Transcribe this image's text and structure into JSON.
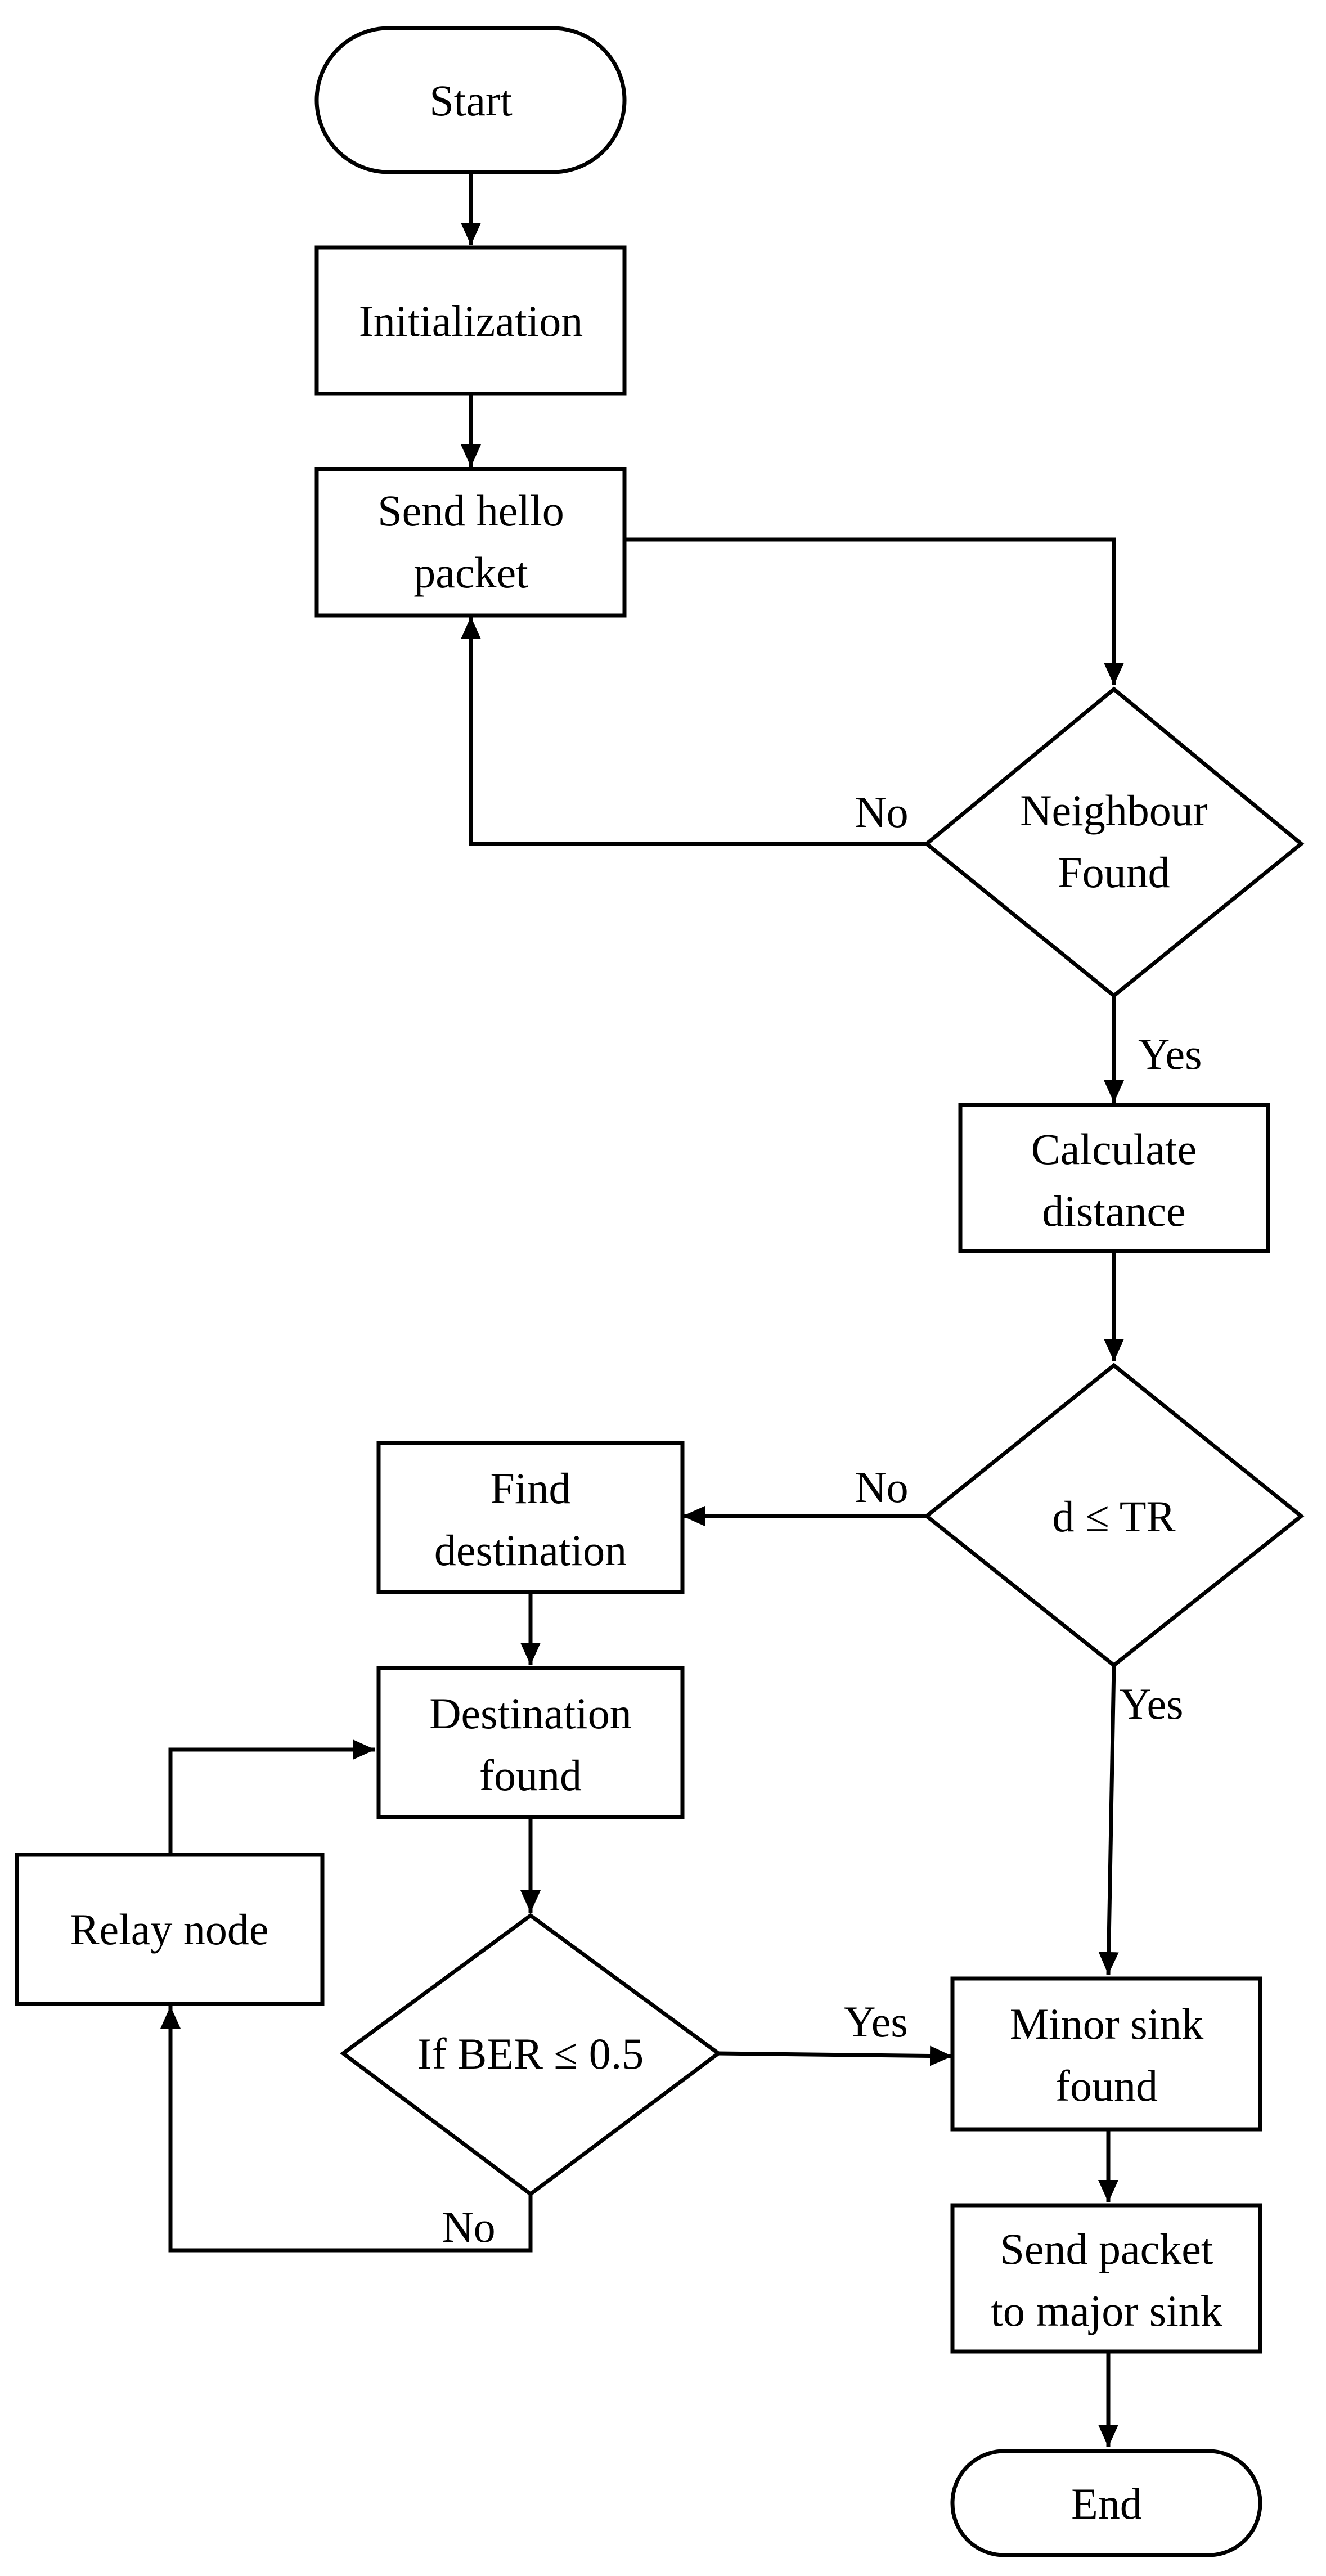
{
  "nodes": {
    "start": [
      "Start"
    ],
    "initialization": [
      "Initialization"
    ],
    "send_hello": [
      "Send hello",
      "packet"
    ],
    "neighbour_found": [
      "Neighbour",
      "Found"
    ],
    "calculate_distance": [
      "Calculate",
      "distance"
    ],
    "d_le_tr": [
      "d ≤ TR"
    ],
    "find_destination": [
      "Find",
      "destination"
    ],
    "destination_found": [
      "Destination",
      "found"
    ],
    "relay_node": [
      "Relay node"
    ],
    "if_ber": [
      "If BER ≤ 0.5"
    ],
    "minor_sink": [
      "Minor sink",
      "found"
    ],
    "send_major": [
      "Send packet",
      "to major sink"
    ],
    "end": [
      "End"
    ]
  },
  "edge_labels": {
    "neighbour_no": "No",
    "neighbour_yes": "Yes",
    "dtr_no": "No",
    "dtr_yes": "Yes",
    "ber_yes": "Yes",
    "ber_no": "No"
  },
  "colors": {
    "stroke": "#000000",
    "fill": "#ffffff"
  }
}
